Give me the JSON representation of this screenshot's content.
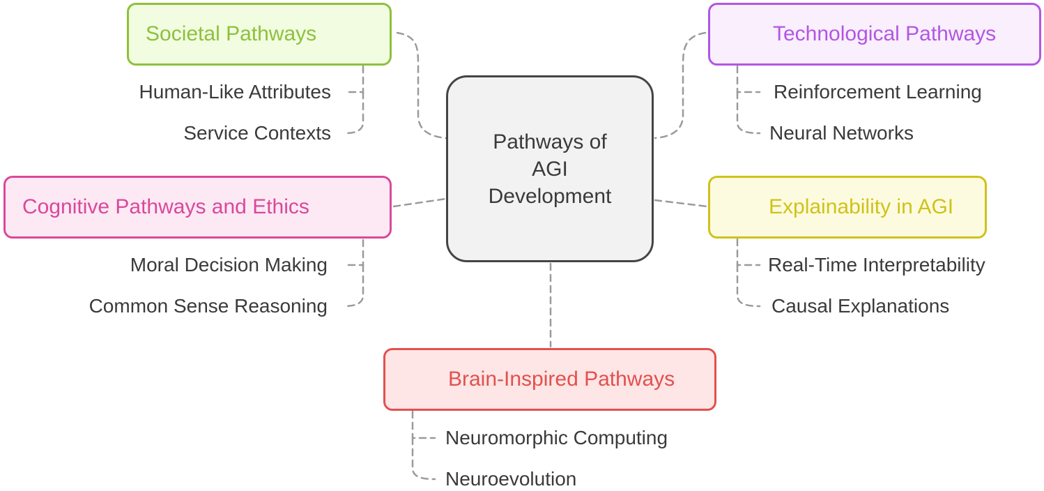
{
  "center": {
    "label": "Pathways of AGI Development",
    "fill": "#f2f2f2",
    "border": "#444444"
  },
  "branches": {
    "societal": {
      "title": "Societal Pathways",
      "color": "#8ec03c",
      "fill": "#f1fce1",
      "items": [
        "Human-Like Attributes",
        "Service Contexts"
      ]
    },
    "technological": {
      "title": "Technological Pathways",
      "color": "#b256e3",
      "fill": "#f9effd",
      "items": [
        "Reinforcement Learning",
        "Neural Networks"
      ]
    },
    "cognitive": {
      "title": "Cognitive Pathways and Ethics",
      "color": "#d9489b",
      "fill": "#fde9f4",
      "items": [
        "Moral Decision Making",
        "Common Sense Reasoning"
      ]
    },
    "explainability": {
      "title": "Explainability in AGI",
      "color": "#cfc21a",
      "fill": "#fdfbdf",
      "items": [
        "Real-Time Interpretability",
        "Causal Explanations"
      ]
    },
    "brain": {
      "title": "Brain-Inspired Pathways",
      "color": "#e2504f",
      "fill": "#fde6e5",
      "items": [
        "Neuromorphic Computing",
        "Neuroevolution"
      ]
    }
  }
}
